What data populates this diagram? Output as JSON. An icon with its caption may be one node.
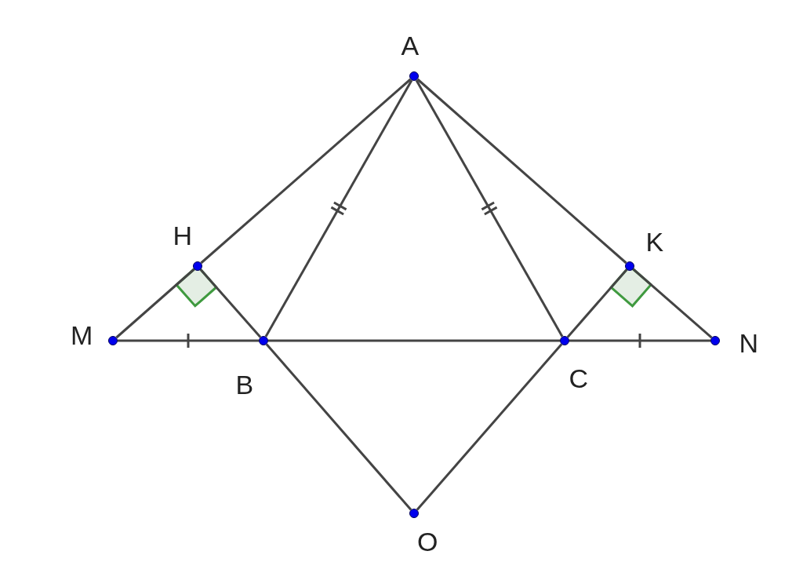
{
  "diagram": {
    "nodes": [
      {
        "text": [],
        "shape": "circle",
        "beside": [
          "A"
        ]
      },
      {
        "text": [],
        "shape": "circle",
        "beside": [
          "H"
        ]
      },
      {
        "text": [],
        "shape": "circle",
        "beside": [
          "K"
        ]
      },
      {
        "text": [],
        "shape": "circle",
        "beside": [
          "M"
        ]
      },
      {
        "text": [],
        "shape": "circle",
        "beside": [
          "B"
        ]
      },
      {
        "text": [],
        "shape": "circle",
        "beside": [
          "C"
        ]
      },
      {
        "text": [],
        "shape": "circle",
        "beside": [
          "N"
        ]
      },
      {
        "text": [],
        "shape": "circle",
        "beside": [
          "O"
        ]
      }
    ],
    "edges": [
      {
        "from": 0,
        "to": 1,
        "arrow": "none"
      },
      {
        "from": 1,
        "to": 3,
        "arrow": "none"
      },
      {
        "from": 0,
        "to": 2,
        "arrow": "none"
      },
      {
        "from": 2,
        "to": 6,
        "arrow": "none"
      },
      {
        "from": 0,
        "to": 4,
        "arrow": "none"
      },
      {
        "from": 0,
        "to": 5,
        "arrow": "none"
      },
      {
        "from": 3,
        "to": 4,
        "arrow": "none"
      },
      {
        "from": 4,
        "to": 5,
        "arrow": "none"
      },
      {
        "from": 5,
        "to": 6,
        "arrow": "none"
      },
      {
        "from": 1,
        "to": 4,
        "arrow": "none"
      },
      {
        "from": 2,
        "to": 5,
        "arrow": "none"
      },
      {
        "from": 4,
        "to": 7,
        "arrow": "none"
      },
      {
        "from": 5,
        "to": 7,
        "arrow": "none"
      }
    ]
  }
}
